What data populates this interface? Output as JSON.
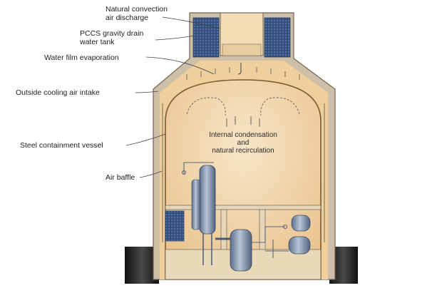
{
  "labels": {
    "air_discharge_1": "Natural convection",
    "air_discharge_2": "air discharge",
    "drain_tank_1": "PCCS gravity drain",
    "drain_tank_2": "water tank",
    "water_film": "Water film evaporation",
    "air_intake": "Outside cooling air intake",
    "containment": "Steel containment vessel",
    "baffle": "Air baffle",
    "condensation_1": "Internal condensation",
    "condensation_2": "and",
    "condensation_3": "natural recirculation"
  },
  "colors": {
    "shield_concrete": "#cdbfa8",
    "interior": "#f0d3a6",
    "interior_light": "#f7e4c4",
    "water": "#3b5b8a",
    "equipment": "#7f90aa",
    "foundation": "#1e1e1e"
  }
}
